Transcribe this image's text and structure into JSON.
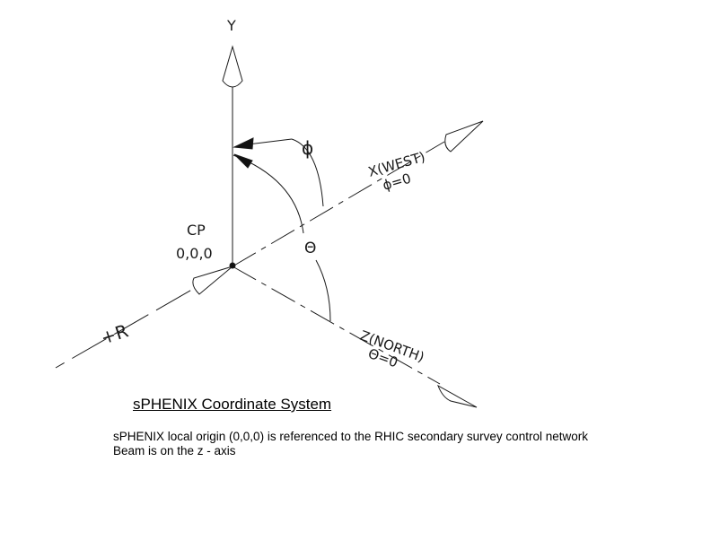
{
  "labels": {
    "y_axis": "Y",
    "phi": "ϕ",
    "x_axis": "X(WEST)",
    "x_axis_sub": "ϕ=0",
    "cp": "CP",
    "origin": "0,0,0",
    "theta": "Θ",
    "plus_r": "+R",
    "z_axis": "Z(NORTH)",
    "z_axis_sub": "Θ=0"
  },
  "title": "sPHENIX Coordinate System",
  "captions": [
    "sPHENIX local origin  (0,0,0) is referenced to the RHIC secondary survey control network",
    "Beam is on the z - axis"
  ]
}
